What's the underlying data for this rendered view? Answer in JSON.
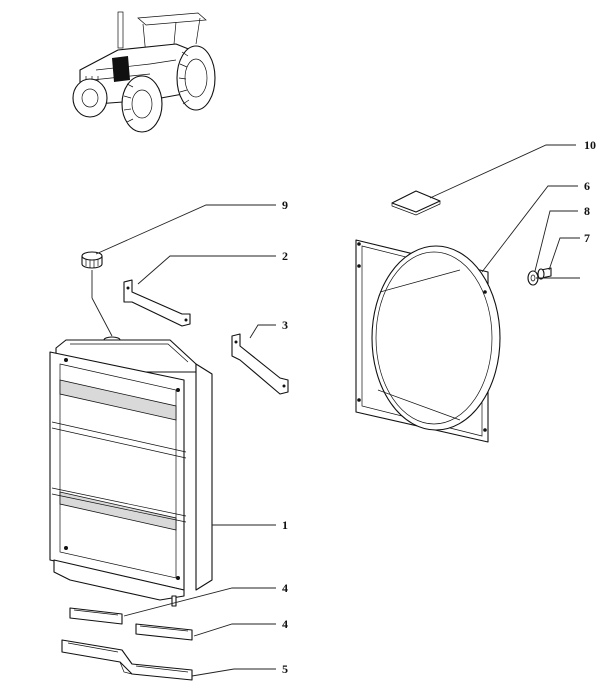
{
  "diagram": {
    "callouts": [
      {
        "id": "c10",
        "label": "10"
      },
      {
        "id": "c6",
        "label": "6"
      },
      {
        "id": "c8",
        "label": "8"
      },
      {
        "id": "c7",
        "label": "7"
      },
      {
        "id": "c9",
        "label": "9"
      },
      {
        "id": "c2",
        "label": "2"
      },
      {
        "id": "c3",
        "label": "3"
      },
      {
        "id": "c1",
        "label": "1"
      },
      {
        "id": "c4a",
        "label": "4"
      },
      {
        "id": "c4b",
        "label": "4"
      },
      {
        "id": "c5",
        "label": "5"
      }
    ],
    "colors": {
      "line": "#111111",
      "highlight": "#000000",
      "background": "#ffffff"
    }
  }
}
